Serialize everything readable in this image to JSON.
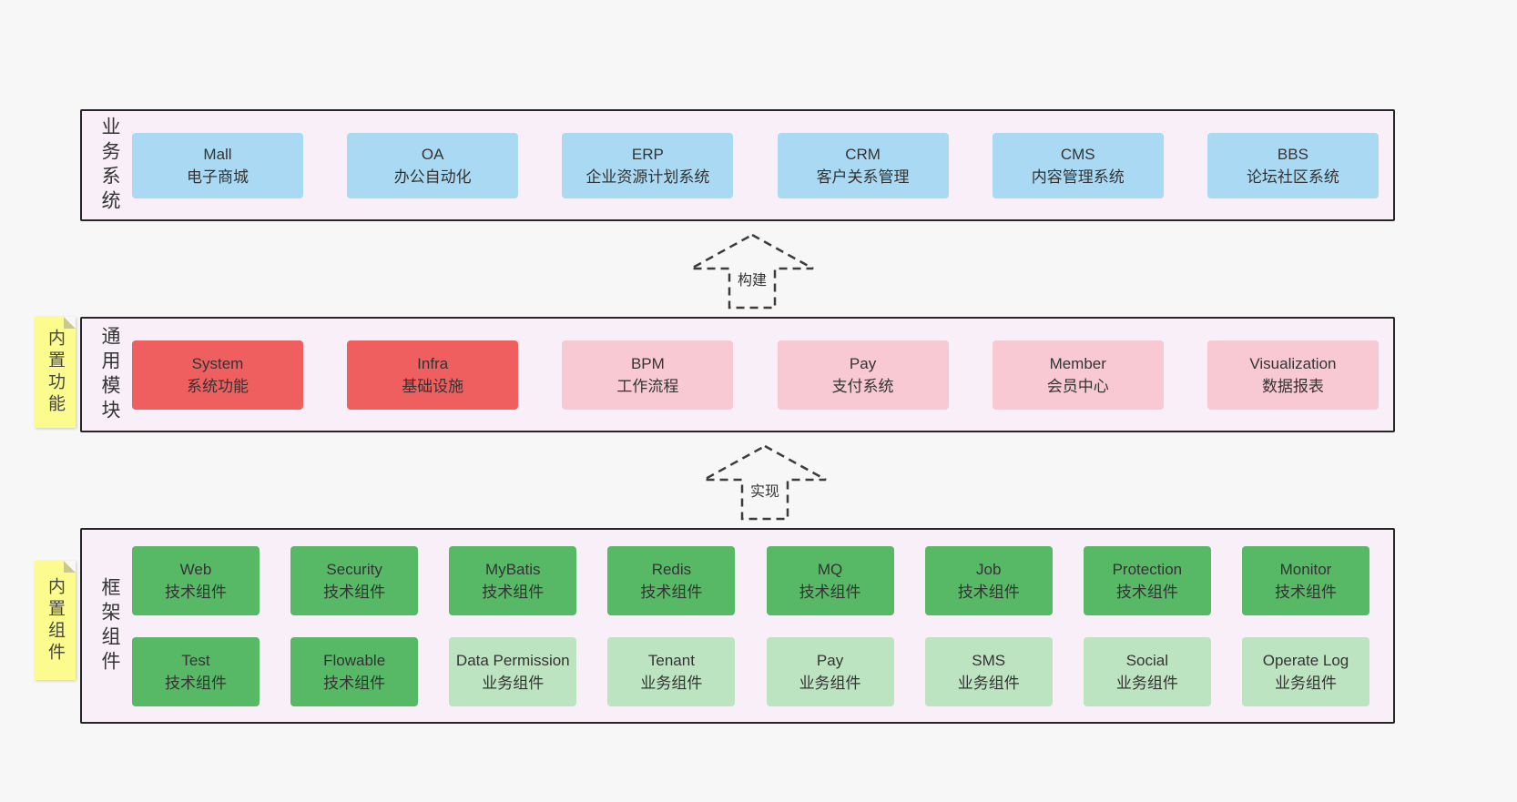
{
  "diagram": {
    "arrows": {
      "build": "构建",
      "implement": "实现"
    },
    "layers": {
      "business": {
        "label": "业务系统",
        "boxes": [
          {
            "title": "Mall",
            "subtitle": "电子商城"
          },
          {
            "title": "OA",
            "subtitle": "办公自动化"
          },
          {
            "title": "ERP",
            "subtitle": "企业资源计划系统"
          },
          {
            "title": "CRM",
            "subtitle": "客户关系管理"
          },
          {
            "title": "CMS",
            "subtitle": "内容管理系统"
          },
          {
            "title": "BBS",
            "subtitle": "论坛社区系统"
          }
        ]
      },
      "modules": {
        "label": "通用模块",
        "note": "内置功能",
        "boxes": [
          {
            "title": "System",
            "subtitle": "系统功能",
            "variant": "red"
          },
          {
            "title": "Infra",
            "subtitle": "基础设施",
            "variant": "red"
          },
          {
            "title": "BPM",
            "subtitle": "工作流程",
            "variant": "pink"
          },
          {
            "title": "Pay",
            "subtitle": "支付系统",
            "variant": "pink"
          },
          {
            "title": "Member",
            "subtitle": "会员中心",
            "variant": "pink"
          },
          {
            "title": "Visualization",
            "subtitle": "数据报表",
            "variant": "pink"
          }
        ]
      },
      "components": {
        "label": "框架组件",
        "note": "内置组件",
        "row1": [
          {
            "title": "Web",
            "subtitle": "技术组件",
            "variant": "green"
          },
          {
            "title": "Security",
            "subtitle": "技术组件",
            "variant": "green"
          },
          {
            "title": "MyBatis",
            "subtitle": "技术组件",
            "variant": "green"
          },
          {
            "title": "Redis",
            "subtitle": "技术组件",
            "variant": "green"
          },
          {
            "title": "MQ",
            "subtitle": "技术组件",
            "variant": "green"
          },
          {
            "title": "Job",
            "subtitle": "技术组件",
            "variant": "green"
          },
          {
            "title": "Protection",
            "subtitle": "技术组件",
            "variant": "green"
          },
          {
            "title": "Monitor",
            "subtitle": "技术组件",
            "variant": "green"
          }
        ],
        "row2": [
          {
            "title": "Test",
            "subtitle": "技术组件",
            "variant": "green"
          },
          {
            "title": "Flowable",
            "subtitle": "技术组件",
            "variant": "green"
          },
          {
            "title": "Data Permission",
            "subtitle": "业务组件",
            "variant": "lightgreen"
          },
          {
            "title": "Tenant",
            "subtitle": "业务组件",
            "variant": "lightgreen"
          },
          {
            "title": "Pay",
            "subtitle": "业务组件",
            "variant": "lightgreen"
          },
          {
            "title": "SMS",
            "subtitle": "业务组件",
            "variant": "lightgreen"
          },
          {
            "title": "Social",
            "subtitle": "业务组件",
            "variant": "lightgreen"
          },
          {
            "title": "Operate Log",
            "subtitle": "业务组件",
            "variant": "lightgreen"
          }
        ]
      }
    },
    "colors": {
      "page_bg": "#f7f7f7",
      "panel_bg": "#f9eff8",
      "panel_border": "#262626",
      "blue": "#a9d9f3",
      "red": "#ef5f5f",
      "pink": "#f9c9d3",
      "green": "#57b966",
      "light_green": "#bde4c1",
      "sticky_yellow": "#fbfb8e",
      "text": "#333333"
    }
  }
}
